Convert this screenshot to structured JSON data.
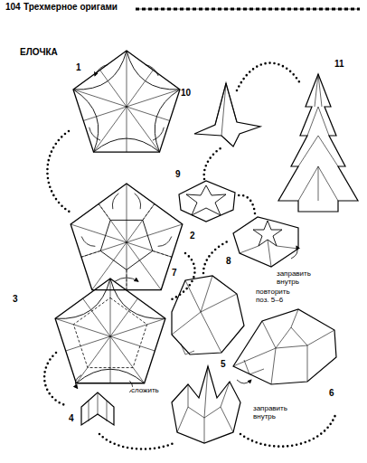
{
  "diagram": {
    "title": "ЕЛОЧКА",
    "labels": [
      "104",
      "Трехмерное оригами",
      "1",
      "10",
      "11",
      "9",
      "2",
      "8",
      "заправить внутрь",
      "7",
      "повторить поз. 5–6",
      "3",
      "6",
      "сложить",
      "4",
      "5",
      "заправить внутрь"
    ]
  }
}
